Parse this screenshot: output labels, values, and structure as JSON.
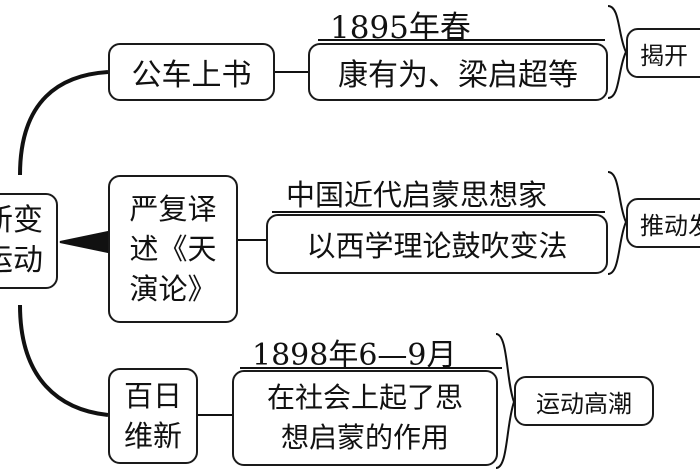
{
  "root": {
    "label_line1": "新变",
    "label_line2": "运动"
  },
  "branches": [
    {
      "name": "公车上书",
      "date": "1895年春",
      "detail": "康有为、梁启超等",
      "result": "揭开"
    },
    {
      "name_line1": "严复译",
      "name_line2": "述《天",
      "name_line3": "演论》",
      "detail_top": "中国近代启蒙思想家",
      "detail_bottom": "以西学理论鼓吹变法",
      "result": "推动发"
    },
    {
      "name_line1": "百日",
      "name_line2": "维新",
      "date": "1898年6—9月",
      "detail_line1": "在社会上起了思",
      "detail_line2": "想启蒙的作用",
      "result": "运动高潮"
    }
  ]
}
